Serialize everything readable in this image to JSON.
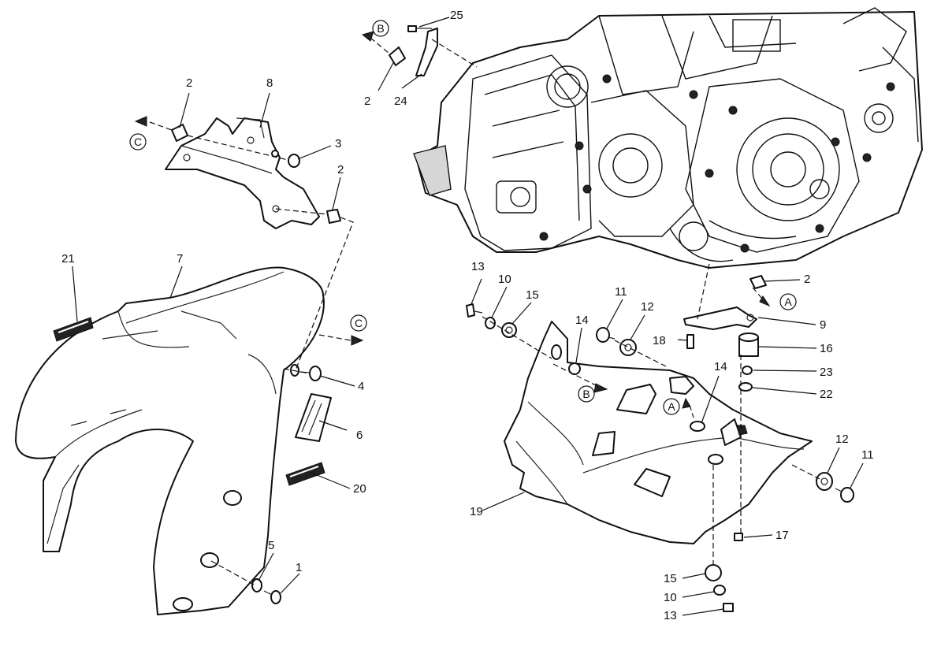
{
  "labels": {
    "p1": "1",
    "p2a": "2",
    "p2b": "2",
    "p2c": "2",
    "p2d": "2",
    "p3": "3",
    "p4": "4",
    "p5": "5",
    "p6": "6",
    "p7": "7",
    "p8": "8",
    "p9": "9",
    "p10a": "10",
    "p10b": "10",
    "p11a": "11",
    "p11b": "11",
    "p12a": "12",
    "p12b": "12",
    "p13a": "13",
    "p13b": "13",
    "p14a": "14",
    "p14b": "14",
    "p15a": "15",
    "p15b": "15",
    "p16": "16",
    "p17": "17",
    "p18": "18",
    "p19": "19",
    "p20": "20",
    "p21": "21",
    "p22": "22",
    "p23": "23",
    "p24": "24",
    "p25": "25"
  },
  "refs": {
    "A": "A",
    "B": "B",
    "C": "C"
  }
}
